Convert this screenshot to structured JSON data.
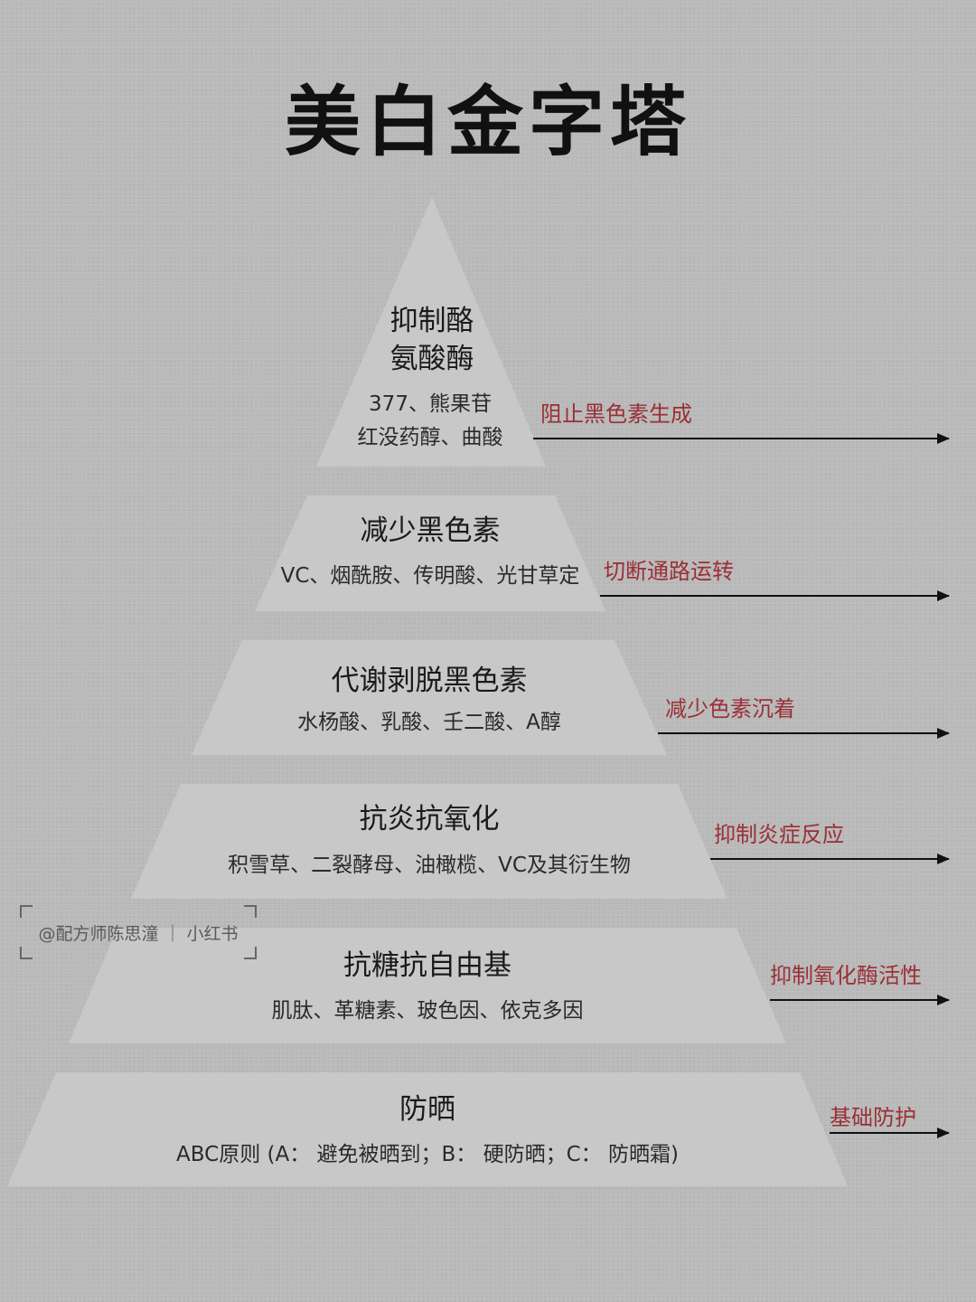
{
  "title": "美白金字塔",
  "tiers": [
    {
      "heading": "抑制酪",
      "heading2": "氨酸酶",
      "items": "377、熊果苷",
      "items2": "红没药醇、曲酸",
      "effect": "阻止黑色素生成"
    },
    {
      "heading": "减少黑色素",
      "items": "VC、烟酰胺、传明酸、光甘草定",
      "effect": "切断通路运转"
    },
    {
      "heading": "代谢剥脱黑色素",
      "items": "水杨酸、乳酸、壬二酸、A醇",
      "effect": "减少色素沉着"
    },
    {
      "heading": "抗炎抗氧化",
      "items": "积雪草、二裂酵母、油橄榄、VC及其衍生物",
      "effect": "抑制炎症反应"
    },
    {
      "heading": "抗糖抗自由基",
      "items": "肌肽、革糖素、玻色因、依克多因",
      "effect": "抑制氧化酶活性"
    },
    {
      "heading": "防晒",
      "items": "ABC原则 (A： 避免被晒到；B： 硬防晒；C： 防晒霜)",
      "effect": "基础防护"
    }
  ],
  "watermark": "@配方师陈思潼 ｜ 小红书",
  "colors": {
    "background": "#b9b9b9",
    "tier_fill": "#c8c8c8",
    "effect_text": "#9b2f36",
    "arrow": "#111111"
  }
}
